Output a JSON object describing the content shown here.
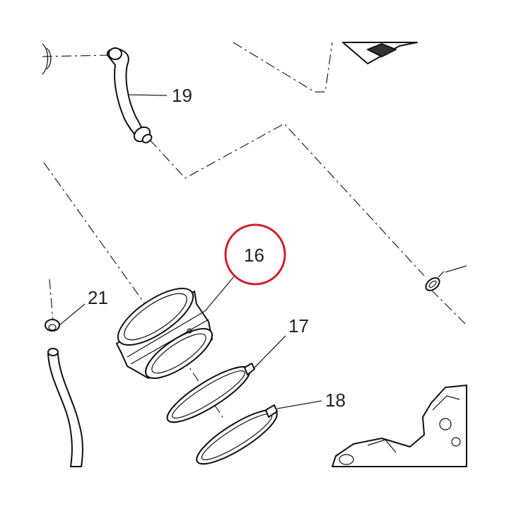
{
  "callouts": {
    "p16": "16",
    "p17": "17",
    "p18": "18",
    "p19": "19",
    "p21": "21"
  },
  "highlight": {
    "part": "16",
    "color": "#d0202e"
  }
}
